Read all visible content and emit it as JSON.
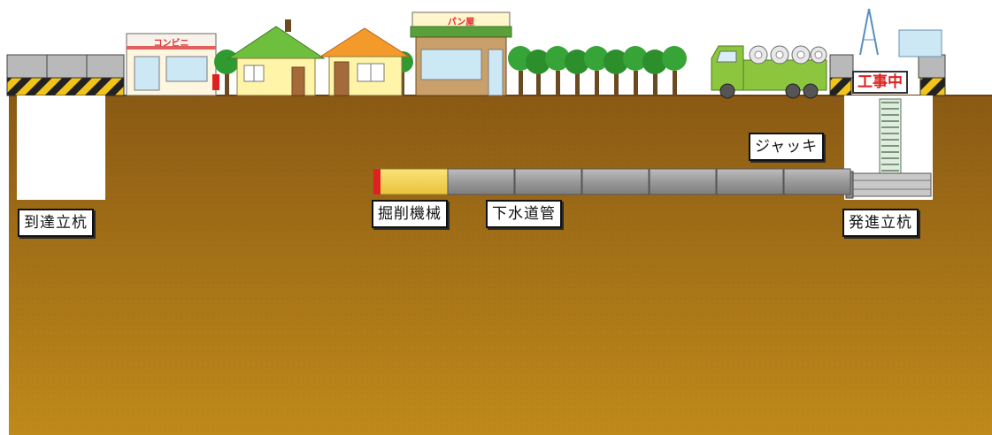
{
  "labels": {
    "arrival_shaft": "到達立杭",
    "excavation_machine": "掘削機械",
    "sewer_pipe": "下水道管",
    "jack": "ジャッキ",
    "departure_shaft": "発進立杭",
    "under_construction": "工事中"
  },
  "shops": {
    "convenience_store": "コンビニ",
    "bakery": "パン屋"
  },
  "colors": {
    "soil_top": "#8a5a14",
    "soil_bottom": "#c08a1a",
    "pipe": "#9a9a9a",
    "machine_body": "#f3d24a",
    "machine_tip": "#e02020",
    "truck": "#8cc63f",
    "sign_text": "#e02020",
    "hazard_yellow": "#f2c418"
  },
  "pipe_segment_count": 6
}
